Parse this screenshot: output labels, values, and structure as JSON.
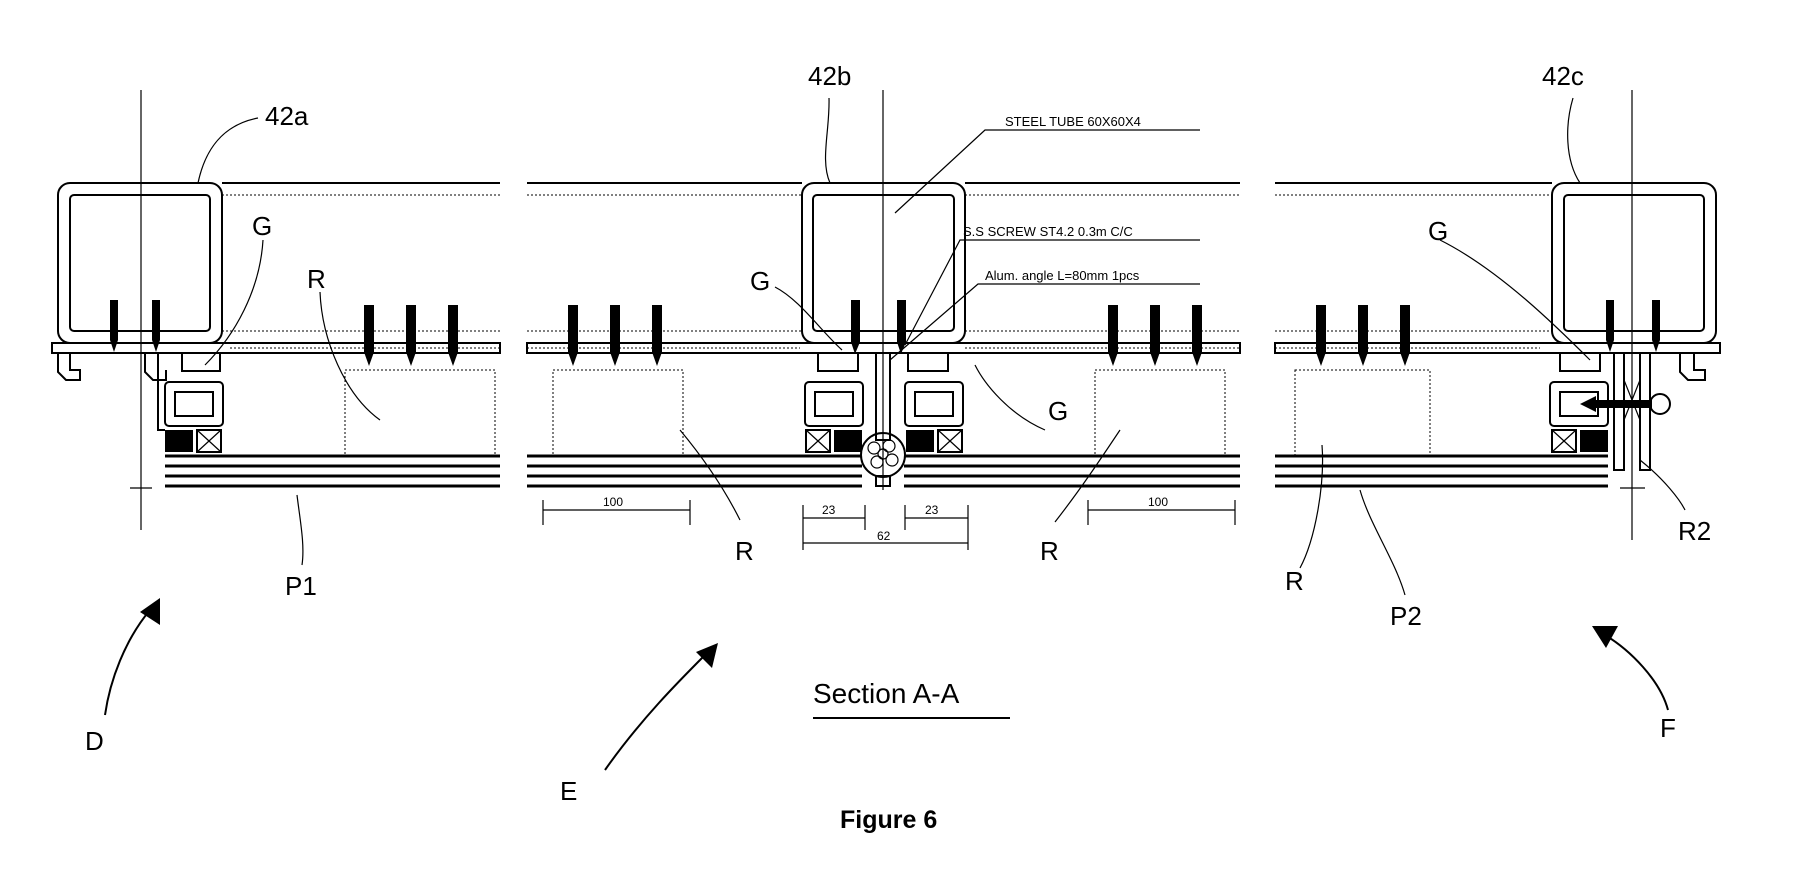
{
  "labels": {
    "member_a": "42a",
    "member_b": "42b",
    "member_c": "42c",
    "gasket": "G",
    "reinforcement": "R",
    "reinforcement_2": "R2",
    "panel_1": "P1",
    "panel_2": "P2",
    "view_d": "D",
    "view_e": "E",
    "view_f": "F"
  },
  "notes": {
    "steel_tube": "STEEL TUBE 60X60X4",
    "screw": "S.S SCREW ST4.2 0.3m C/C",
    "angle": "Alum. angle L=80mm 1pcs"
  },
  "dimensions": {
    "left_spacing": "100",
    "right_spacing": "100",
    "left_gap": "23",
    "right_gap": "23",
    "joint_width": "62"
  },
  "section_title": "Section A-A",
  "caption": "Figure 6"
}
